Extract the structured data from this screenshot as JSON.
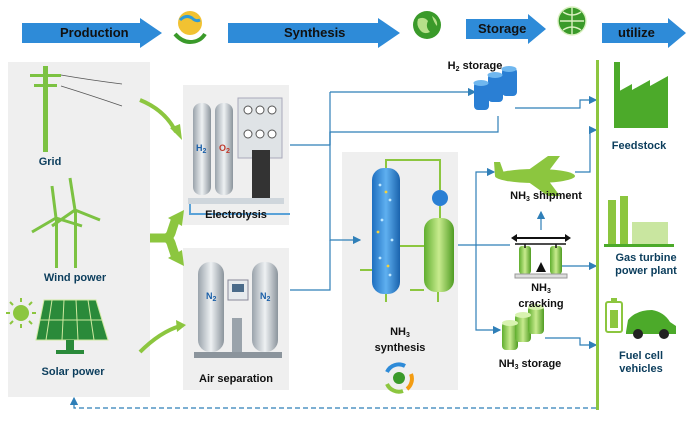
{
  "banners": {
    "production": "Production",
    "synthesis": "Synthesis",
    "storage": "Storage",
    "utilize": "utilize"
  },
  "sources": {
    "grid": "Grid",
    "wind": "Wind power",
    "solar": "Solar power"
  },
  "processes": {
    "electrolysis": "Electrolysis",
    "air_separation": "Air separation",
    "h2_label": "H",
    "h2_sub": "2",
    "o2_label": "O",
    "o2_sub": "2",
    "n2_label": "N",
    "n2_sub": "2"
  },
  "synthesis": {
    "nh3": "NH",
    "nh3_sub": "3",
    "word": "synthesis"
  },
  "storage": {
    "h2_prefix": "H",
    "h2_sub": "2",
    "h2_suffix": " storage",
    "nh3_prefix": "NH",
    "nh3_sub": "3",
    "nh3_storage_suffix": " storage",
    "nh3_shipment_suffix": " shipment",
    "nh3_cracking_suffix": "cracking"
  },
  "utilize": {
    "feedstock": "Feedstock",
    "gas_turbine": "Gas turbine",
    "power_plant": "power plant",
    "fuel_cell": "Fuel cell",
    "vehicles": "vehicles"
  },
  "colors": {
    "banner_blue": "#2e8bd8",
    "green": "#8cc63f",
    "dark_green": "#3a9a2a",
    "line_blue": "#2f7fb8",
    "label_blue": "#0b3d5c",
    "panel_gray": "#efefef",
    "storage_blue": "#2a7fd4"
  },
  "icons": [
    "globe-hand-icon",
    "globe-icon",
    "globe-icon",
    "recycle-arrows-icon"
  ]
}
